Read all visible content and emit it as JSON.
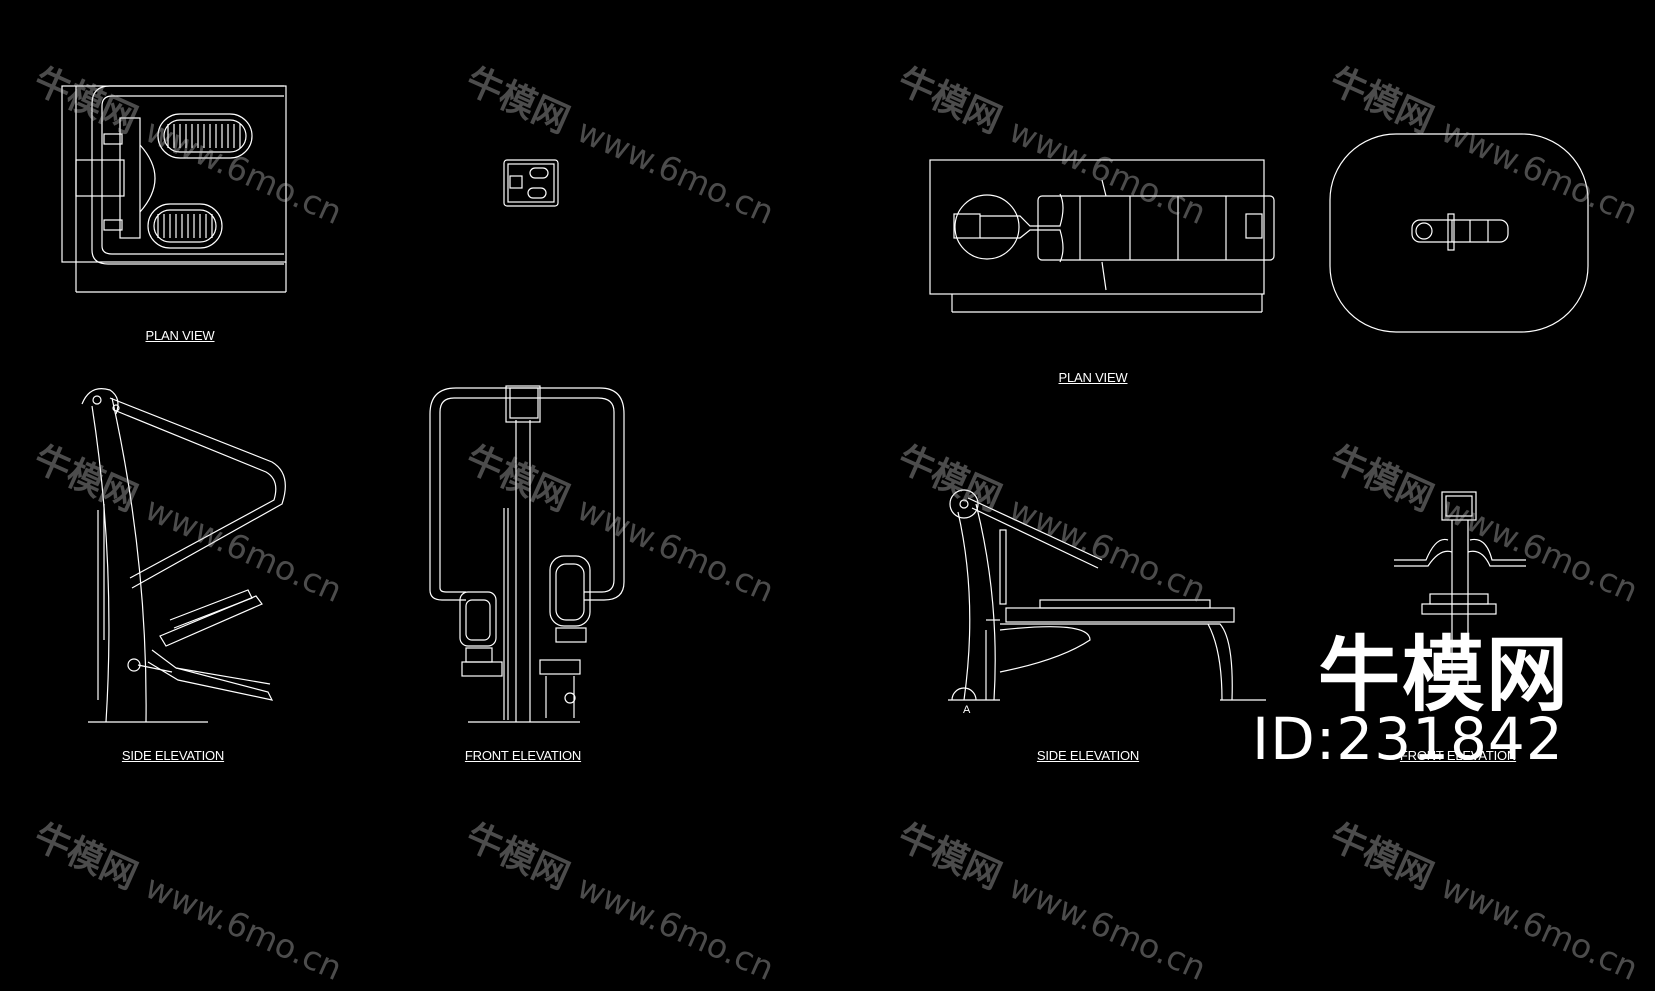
{
  "labels": {
    "plan_view_1": "PLAN VIEW",
    "side_elevation_1": "SIDE ELEVATION",
    "front_elevation_1": "FRONT ELEVATION",
    "plan_view_2": "PLAN VIEW",
    "side_elevation_2": "SIDE ELEVATION",
    "front_elevation_2": "FRONT ELEVATION",
    "marker_a": "A"
  },
  "watermark": {
    "brand": "牛模网",
    "url": "www.6mo.cn"
  },
  "branding": {
    "logo": "牛模网",
    "id": "ID:231842"
  },
  "colors": {
    "background": "#000000",
    "line": "#ffffff"
  }
}
